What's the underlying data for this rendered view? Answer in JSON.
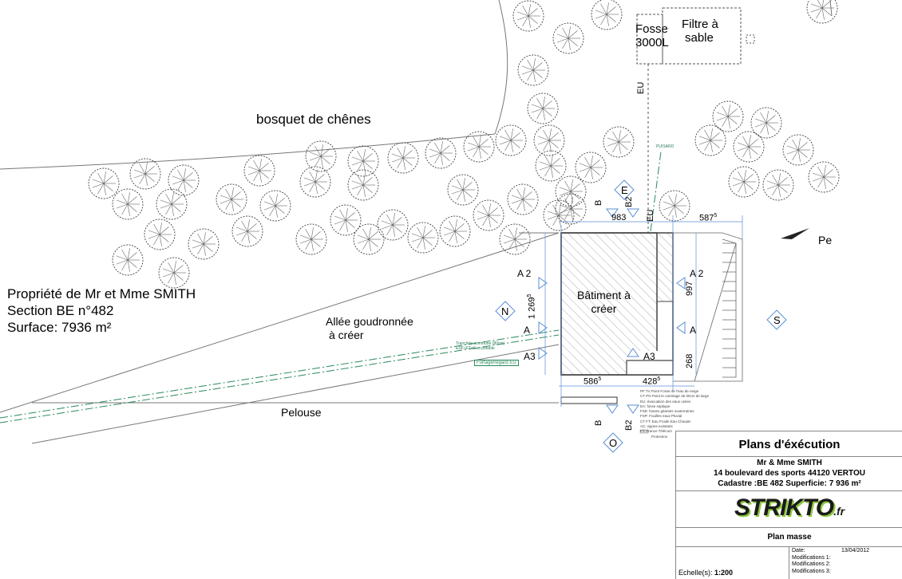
{
  "labels": {
    "bosquet": "bosquet de chênes",
    "fosse": [
      "Fosse",
      "3000L"
    ],
    "filtre": [
      "Filtre à",
      "sable"
    ],
    "owner": [
      "Propriété de Mr et Mme SMITH",
      "Section BE n°482",
      "Surface: 7936 m²"
    ],
    "allee": [
      "Allée goudronnée",
      "à créer"
    ],
    "batiment": [
      "Bâtiment à",
      "créer"
    ],
    "pelouse": "Pelouse",
    "puisard": "PUISARD",
    "tranchee": [
      "Tranchée commune (80cm)",
      "EDF+FT+Eau potable"
    ],
    "furtage": "Furtage/regard EU",
    "pe": "Pe",
    "eu": "EU"
  },
  "dimensions": {
    "d983": "983",
    "d587": "587",
    "d587_sup": "5",
    "d1269": "1 269",
    "d1269_sup": "5",
    "d997": "997",
    "d586": "586",
    "d586_sup": "5",
    "d428": "428",
    "d428_sup": "5",
    "d268": "268"
  },
  "section_marks": {
    "a2": "A 2",
    "a": "A",
    "a3": "A3",
    "b": "B",
    "b2": "B2"
  },
  "orientation": {
    "n": "N",
    "e": "E",
    "s": "S",
    "o": "O"
  },
  "legend_lines": [
    "PF TV Point Fosse de l'eau de neige",
    "CT PO Point le carrelage de 00cm de large",
    "EU: évacuation des eaux usées",
    "EA: fosse septique",
    "FSE: fosses géantes souterraines",
    "FSP: Fouilles eaux Pluvial",
    "CT FT: Eau Froide Eau Chaude",
    "AC: vignes existants",
    "FT: France Télécom",
    "Protection"
  ],
  "title_block": {
    "title": "Plans d'éxécution",
    "client": "Mr & Mme SMITH",
    "address": "14 boulevard des sports 44120 VERTOU",
    "cadastre": "Cadastre :BE 482  Superficie: 7 936 m²",
    "logo_main": "STRIKTO",
    "logo_suffix": ".fr",
    "plan_name": "Plan masse",
    "date_label": "Date:",
    "date_value": "13/04/2012",
    "mod1": "Modifications 1:",
    "mod2": "Modifications 2:",
    "mod3": "Modifications 3:",
    "scale_label": "Echelle(s):",
    "scale_value": "1:200"
  },
  "colors": {
    "line": "#6a6a6a",
    "blue": "#5b8fd6",
    "green": "#2a8a5b",
    "logo_green": "#8cc63f",
    "logo_dark": "#1a1a1a"
  }
}
